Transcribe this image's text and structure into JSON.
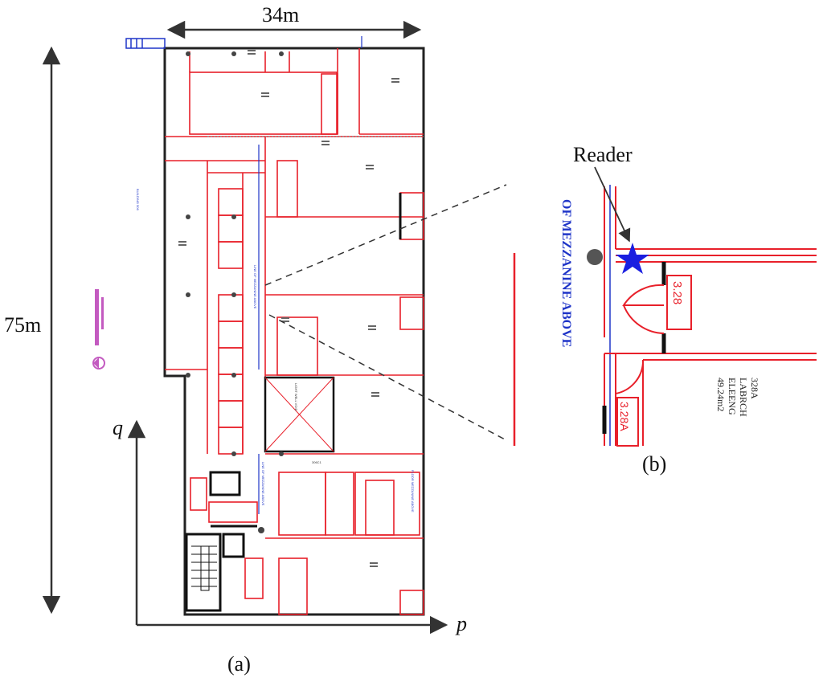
{
  "dims": {
    "width": "34m",
    "height": "75m"
  },
  "axes": {
    "p": "p",
    "q": "q"
  },
  "panels": {
    "a": "(a)",
    "b": "(b)"
  },
  "plan_labels": {
    "mezzanine_1": "LINE OF MEZZANINE ABOVE",
    "mezzanine_2": "LINE OF MEZZANINE ABOVE",
    "mezzanine_3": "FLOOR MEZZANINE ABOVE",
    "light_well": "LIGHT WELL VOID",
    "building": "BUILDING 506",
    "corridor": "306C1"
  },
  "inset": {
    "reader_label": "Reader",
    "mezz_text": "OF MEZZANINE ABOVE",
    "room_tag_1": "3.28",
    "room_tag_2": "3.28A",
    "room_info": [
      "328A",
      "LABRCH",
      "ELEENG",
      "49.24m2"
    ]
  },
  "colors": {
    "wall": "#e8202a",
    "blue_line": "#1f35c8",
    "star": "#1a1ee0",
    "arrow": "#333333"
  }
}
